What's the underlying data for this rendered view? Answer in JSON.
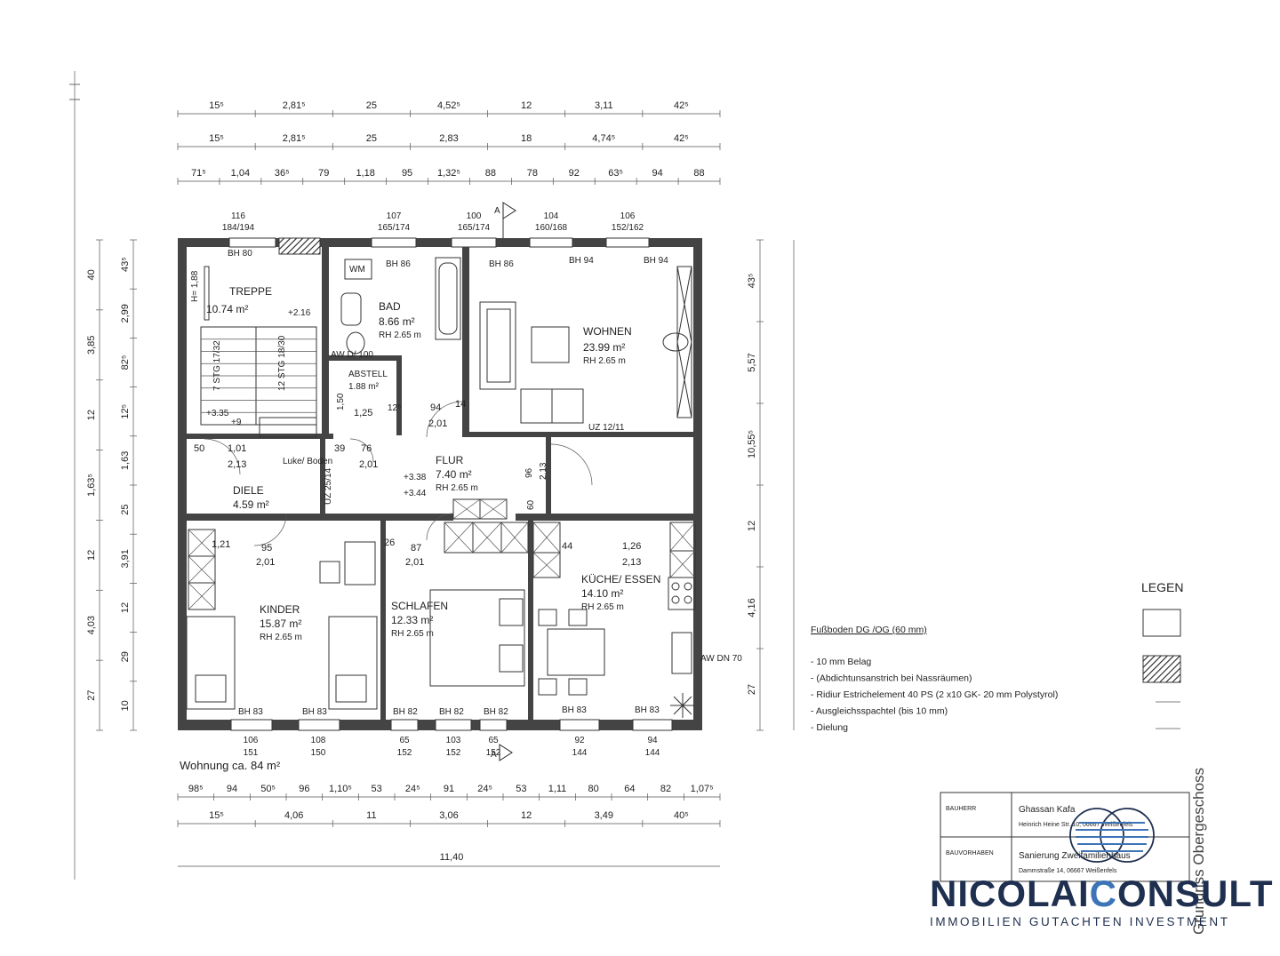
{
  "plan": {
    "dims_top_row1": [
      "15⁵",
      "2,81⁵",
      "25",
      "4,52⁵",
      "12",
      "3,11",
      "42⁵"
    ],
    "dims_top_row2": [
      "15⁵",
      "2,81⁵",
      "25",
      "2,83",
      "18",
      "4,74⁵",
      "42⁵"
    ],
    "dims_top_row3": [
      "71⁵",
      "1,04",
      "36⁵",
      "79",
      "1,18",
      "95",
      "1,32⁵",
      "88",
      "78",
      "92",
      "63⁵",
      "94",
      "88"
    ],
    "windows_top": [
      {
        "num": "116",
        "size": "184/194"
      },
      {
        "num": "107",
        "size": "165/174"
      },
      {
        "num": "100",
        "size": "165/174"
      },
      {
        "num": "104",
        "size": "160/168"
      },
      {
        "num": "106",
        "size": "152/162"
      }
    ],
    "windows_bottom": [
      {
        "num": "106",
        "size": "151"
      },
      {
        "num": "108",
        "size": "150"
      },
      {
        "num": "65",
        "size": "152"
      },
      {
        "num": "103",
        "size": "152"
      },
      {
        "num": "65",
        "size": "152"
      },
      {
        "num": "92",
        "size": "144"
      },
      {
        "num": "94",
        "size": "144"
      }
    ],
    "dims_left_outer": [
      "40",
      "3,85",
      "12",
      "1,63⁵",
      "12",
      "4,03",
      "27"
    ],
    "dims_left_inner": [
      "43⁵",
      "2,99",
      "82⁵",
      "12⁵",
      "1,63",
      "25",
      "3,91",
      "12",
      "29",
      "10"
    ],
    "dims_right": [
      "43⁵",
      "5,57",
      "10,55⁵",
      "12",
      "4,16",
      "27"
    ],
    "dims_bottom_row1": [
      "98⁵",
      "94",
      "50⁵",
      "96",
      "1,10⁵",
      "53",
      "24⁵",
      "91",
      "24⁵",
      "53",
      "1,11",
      "80",
      "64",
      "82",
      "1,07⁵"
    ],
    "dims_bottom_row2": [
      "15⁵",
      "4,06",
      "11",
      "3,06",
      "12",
      "3,49",
      "40⁵"
    ],
    "dims_bottom_total": "11,40",
    "section_marker": "A",
    "apartment_label": "Wohnung ca. 84 m²",
    "rooms": {
      "treppe": {
        "name": "TREPPE",
        "area": "10.74 m²",
        "elev": "+2.16"
      },
      "bad": {
        "name": "BAD",
        "area": "8.66 m²",
        "height": "RH 2.65 m"
      },
      "wohnen": {
        "name": "WOHNEN",
        "area": "23.99 m²",
        "height": "RH 2.65 m"
      },
      "abstell": {
        "name": "ABSTELL",
        "area": "1.88 m²"
      },
      "flur": {
        "name": "FLUR",
        "area": "7.40 m²",
        "height": "RH 2.65 m"
      },
      "diele": {
        "name": "DIELE",
        "area": "4.59 m²"
      },
      "kinder": {
        "name": "KINDER",
        "area": "15.87 m²",
        "height": "RH 2.65 m"
      },
      "schlafen": {
        "name": "SCHLAFEN",
        "area": "12.33 m²",
        "height": "RH 2.65 m"
      },
      "kueche": {
        "name": "KÜCHE/ ESSEN",
        "area": "14.10 m²",
        "height": "RH 2.65 m"
      }
    },
    "labels": {
      "wm": "WM",
      "bh80": "BH 80",
      "bh86a": "BH 86",
      "bh86b": "BH 86",
      "bh94a": "BH 94",
      "bh94b": "BH 94",
      "bh83a": "BH 83",
      "bh83b": "BH 83",
      "bh82a": "BH 82",
      "bh82b": "BH 82",
      "bh82c": "BH 82",
      "bh83c": "BH 83",
      "bh83d": "BH 83",
      "stg1": "7 STG 17/32",
      "stg2": "12 STG 18/30",
      "h188": "H= 1,88",
      "elev335": "+3.35",
      "elev338": "+3.38",
      "elev344": "+3.44",
      "plus9": "+9",
      "luke": "Luke/ Boden",
      "uz1": "UZ 12/11",
      "uz2": "UZ 25/14",
      "aw": "AW D/ 100",
      "aw2": "AW DN 70",
      "d101": "1,01",
      "d213a": "2,13",
      "d50": "50",
      "d39": "39",
      "d76": "76",
      "d201a": "2,01",
      "d94": "94",
      "d201b": "2,01",
      "d14": "14",
      "d125": "1,25",
      "d150": "1,50",
      "d125b": "12⁵",
      "d96": "96",
      "d213b": "2,13",
      "d60": "60",
      "d121": "1,21",
      "d95": "95",
      "d201c": "2,01",
      "d26": "26",
      "d87": "87",
      "d201d": "2,01",
      "d44": "44",
      "d126": "1,26",
      "d213c": "2,13"
    }
  },
  "legend": {
    "title": "LEGEN",
    "floor_title": "Fußboden DG /OG (60 mm)",
    "floor_items": [
      "- 10 mm Belag",
      "- (Abdichtunsanstrich bei Nassräumen)",
      "- Ridiur Estrichelement 40 PS (2 x10 GK- 20 mm Polystyrol)",
      "- Ausgleichsspachtel (bis 10 mm)",
      "- Dielung"
    ]
  },
  "title_block": {
    "row1_label": "BAUHERR",
    "row1_value": "Ghassan Kafa",
    "row1_sub": "Heinrich Heine Str. 10, 06667 Weißenfels",
    "row2_label": "BAUVORHABEN",
    "row2_value": "Sanierung Zweifamilienhaus",
    "row2_sub": "Dammstraße 14, 06667 Weißenfels"
  },
  "vertical_label": "Grundriss Obergeschoss",
  "brand": {
    "name_a": "NICOLAI",
    "name_b": "C",
    "name_c": "ONSULT",
    "tagline": "IMMOBILIEN GUTACHTEN INVESTMENT",
    "primary_color": "#1f2f4f",
    "accent_color": "#3d74b8"
  }
}
